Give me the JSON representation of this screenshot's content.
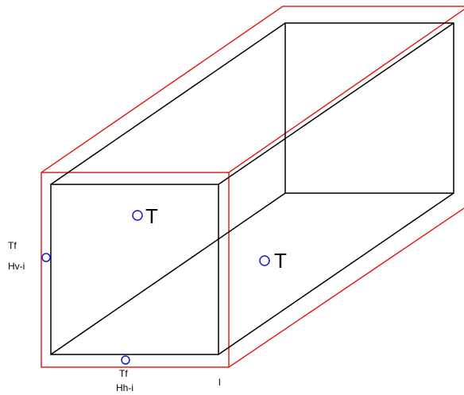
{
  "labels": {
    "top_face_T": "T",
    "side_face_T": "T",
    "left_point_line1": "Tf",
    "left_point_line2": "Hv-i",
    "bottom_point_line1": "Tf",
    "bottom_point_line2": "Hh-i",
    "bottom_right_mark": "l"
  },
  "colors": {
    "box_edges": "#000000",
    "outer_outline": "#e0201c",
    "point_markers": "#1a1acc"
  }
}
